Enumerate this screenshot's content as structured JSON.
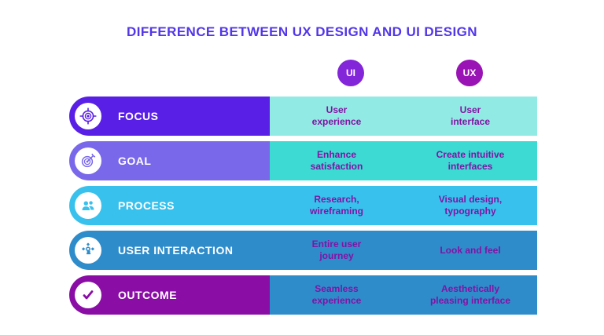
{
  "title": "DIFFERENCE BETWEEN UX DESIGN AND UI DESIGN",
  "columns": {
    "ui_label": "UI",
    "ux_label": "UX"
  },
  "colors": {
    "title": "#5236E8",
    "ui_badge": "#8326D9",
    "ux_badge": "#9913B5",
    "cell_text": "#8313A4",
    "row_label_text": "#FFFFFF",
    "icon_background": "#FFFFFF"
  },
  "rows": [
    {
      "label": "FOCUS",
      "icon": "target-focus-icon",
      "left_color": "#5A1FE7",
      "right_color": "#92EAE4",
      "ui": [
        "User",
        "experience"
      ],
      "ux": [
        "User",
        "interface"
      ]
    },
    {
      "label": "GOAL",
      "icon": "goal-dart-icon",
      "left_color": "#7968EA",
      "right_color": "#3DD9D3",
      "ui": [
        "Enhance",
        "satisfaction"
      ],
      "ux": [
        "Create intuitive",
        "interfaces"
      ]
    },
    {
      "label": "PROCESS",
      "icon": "people-icon",
      "left_color": "#38C1ED",
      "right_color": "#38C1ED",
      "ui": [
        "Research,",
        "wireframing"
      ],
      "ux": [
        "Visual design,",
        "typography"
      ]
    },
    {
      "label": "USER INTERACTION",
      "icon": "tap-gesture-icon",
      "left_color": "#2E8CCB",
      "right_color": "#2E8CCB",
      "ui": [
        "Entire user",
        "journey"
      ],
      "ux": [
        "Look and feel"
      ]
    },
    {
      "label": "OUTCOME",
      "icon": "checkmark-icon",
      "left_color": "#8A0DA6",
      "right_color": "#2E8CCB",
      "ui": [
        "Seamless",
        "experience"
      ],
      "ux": [
        "Aesthetically",
        "pleasing interface"
      ]
    }
  ]
}
